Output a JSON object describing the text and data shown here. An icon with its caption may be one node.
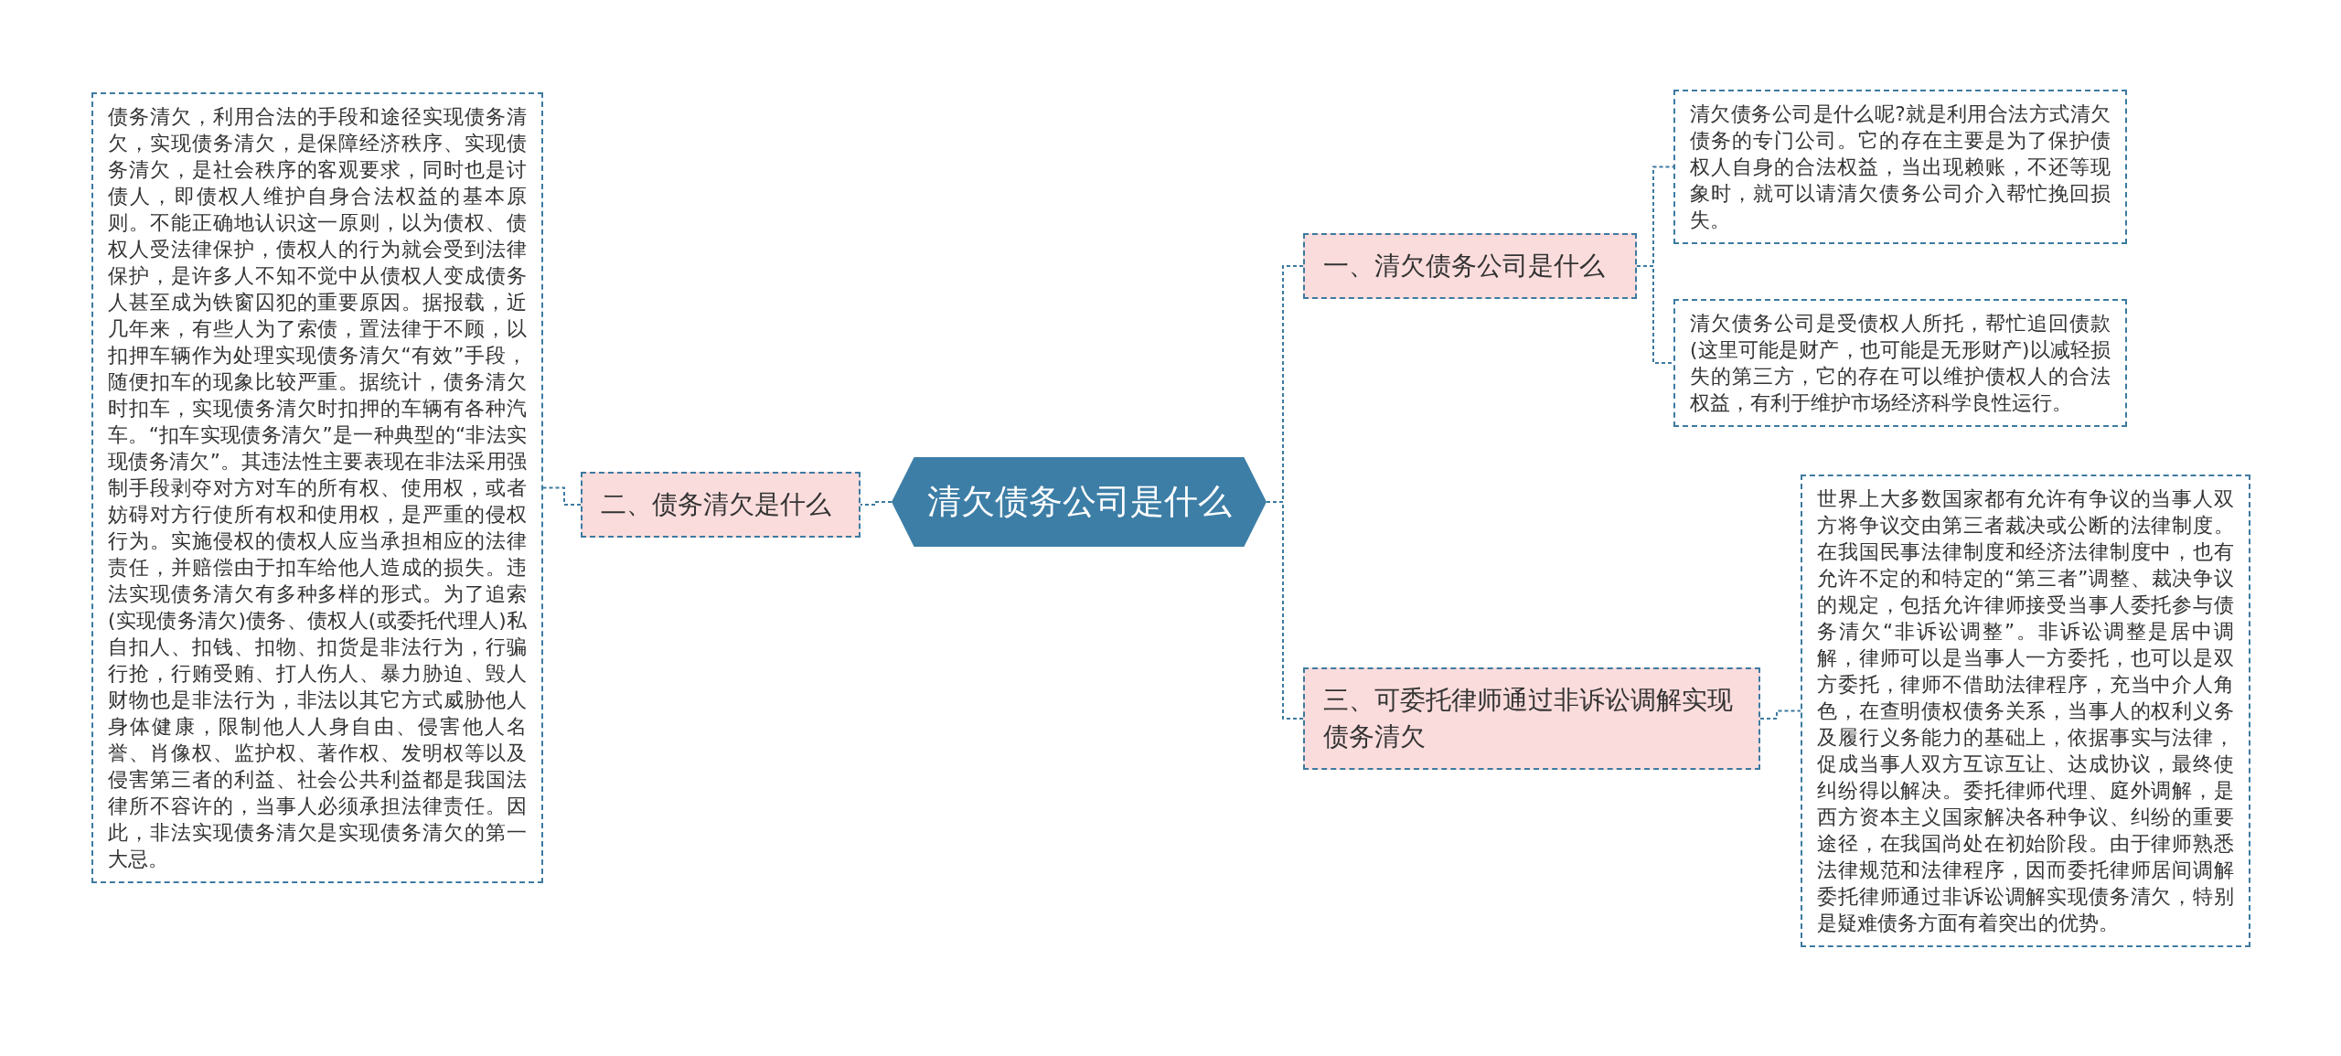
{
  "diagram": {
    "nodes": [
      {
        "text": [
          "清欠债务公司是什么"
        ]
      },
      {
        "text": [
          "一、清欠债务公司是什么"
        ]
      },
      {
        "text": [
          "清欠债务公司是什么呢?就是利用合法方式清欠债务的专门公司。它的存在主要是为了保护债权人自身的合法权益，当出现赖账，不还等现象时，就可以请清欠债务公司介入帮忙挽回损失。"
        ]
      },
      {
        "text": [
          "清欠债务公司是受债权人所托，帮忙追回债款(这里可能是财产，也可能是无形财产)以减轻损失的第三方，它的存在可以维护债权人的合法权益，有利于维护市场经济科学良性运行。"
        ]
      },
      {
        "text": [
          "二、债务清欠是什么"
        ]
      },
      {
        "text": [
          "债务清欠，利用合法的手段和途径实现债务清欠，实现债务清欠，是保障经济秩序、实现债务清欠，是社会秩序的客观要求，同时也是讨债人，即债权人维护自身合法权益的基本原则。不能正确地认识这一原则，以为债权、债权人受法律保护，债权人的行为就会受到法律保护，是许多人不知不觉中从债权人变成债务人甚至成为铁窗囚犯的重要原因。据报载，近几年来，有些人为了索债，置法律于不顾，以扣押车辆作为处理实现债务清欠“有效”手段，随便扣车的现象比较严重。据统计，债务清欠时扣车，实现债务清欠时扣押的车辆有各种汽车。“扣车实现债务清欠”是一种典型的“非法实现债务清欠”。其违法性主要表现在非法采用强制手段剥夺对方对车的所有权、使用权，或者妨碍对方行使所有权和使用权，是严重的侵权行为。实施侵权的债权人应当承担相应的法律责任，并赔偿由于扣车给他人造成的损失。违法实现债务清欠有多种多样的形式。为了追索(实现债务清欠)债务、债权人(或委托代理人)私自扣人、扣钱、扣物、扣货是非法行为，行骗行抢，行贿受贿、打人伤人、暴力胁迫、毁人财物也是非法行为，非法以其它方式威胁他人身体健康，限制他人人身自由、侵害他人名誉、肖像权、监护权、著作权、发明权等以及侵害第三者的利益、社会公共利益都是我国法律所不容许的，当事人必须承担法律责任。因此，非法实现债务清欠是实现债务清欠的第一大忌。"
        ]
      },
      {
        "text": [
          "三、可委托律师通过非诉讼调解实现债务清欠"
        ]
      },
      {
        "text": [
          "世界上大多数国家都有允许有争议的当事人双方将争议交由第三者裁决或公断的法律制度。在我国民事法律制度和经济法律制度中，也有允许不定的和特定的“第三者”调整、裁决争议的规定，包括允许律师接受当事人委托参与债务清欠“非诉讼调整”。非诉讼调整是居中调解，律师可以是当事人一方委托，也可以是双方委托，律师不借助法律程序，充当中介人角色，在查明债权债务关系，当事人的权利义务及履行义务能力的基础上，依据事实与法律，促成当事人双方互谅互让、达成协议，最终使纠纷得以解决。委托律师代理、庭外调解，是西方资本主义国家解决各种争议、纠纷的重要途径，在我国尚处在初始阶段。由于律师熟悉法律规范和法律程序，因而委托律师居间调解委托律师通过非诉讼调解实现债务清欠，特别是疑难债务方面有着突出的优势。"
        ]
      }
    ],
    "edges": [
      {
        "from": 0,
        "to": 1,
        "arrow": "none"
      },
      {
        "from": 1,
        "to": 2,
        "arrow": "none"
      },
      {
        "from": 1,
        "to": 3,
        "arrow": "none"
      },
      {
        "from": 0,
        "to": 4,
        "arrow": "none"
      },
      {
        "from": 4,
        "to": 5,
        "arrow": "none"
      },
      {
        "from": 0,
        "to": 6,
        "arrow": "none"
      },
      {
        "from": 6,
        "to": 7,
        "arrow": "none"
      }
    ]
  }
}
